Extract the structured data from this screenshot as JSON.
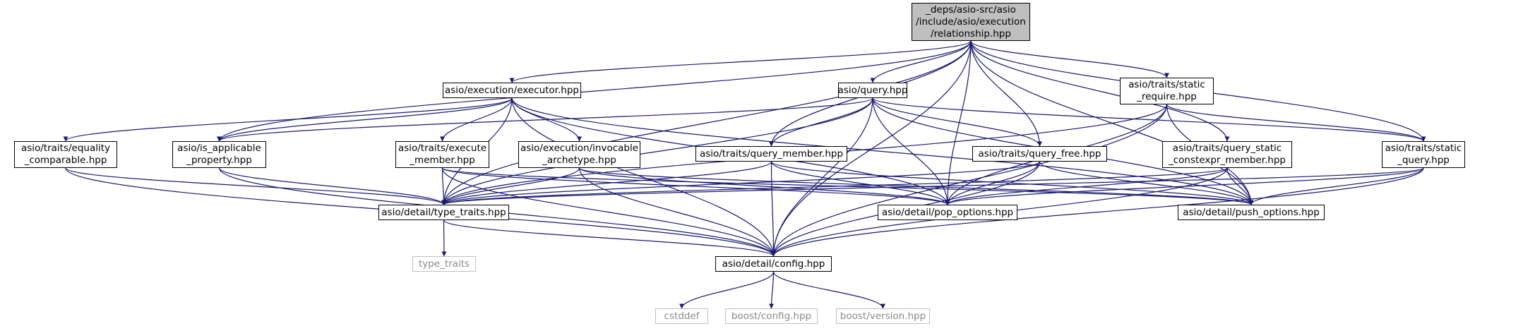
{
  "graph": {
    "edge_color": "#191970",
    "external_border_color": "#bfbfbf",
    "root_fill": "#bfbfbf",
    "nodes": [
      {
        "id": "root",
        "lines": [
          "_deps/asio-src/asio",
          "/include/asio/execution",
          "/relationship.hpp"
        ],
        "kind": "root"
      },
      {
        "id": "executor",
        "lines": [
          "asio/execution/executor.hpp"
        ],
        "kind": "file"
      },
      {
        "id": "query",
        "lines": [
          "asio/query.hpp"
        ],
        "kind": "file"
      },
      {
        "id": "static_require",
        "lines": [
          "asio/traits/static",
          "_require.hpp"
        ],
        "kind": "file"
      },
      {
        "id": "equality",
        "lines": [
          "asio/traits/equality",
          "_comparable.hpp"
        ],
        "kind": "file"
      },
      {
        "id": "is_applicable",
        "lines": [
          "asio/is_applicable",
          "_property.hpp"
        ],
        "kind": "file"
      },
      {
        "id": "execute_member",
        "lines": [
          "asio/traits/execute",
          "_member.hpp"
        ],
        "kind": "file"
      },
      {
        "id": "invocable",
        "lines": [
          "asio/execution/invocable",
          "_archetype.hpp"
        ],
        "kind": "file"
      },
      {
        "id": "query_member",
        "lines": [
          "asio/traits/query_member.hpp"
        ],
        "kind": "file"
      },
      {
        "id": "query_free",
        "lines": [
          "asio/traits/query_free.hpp"
        ],
        "kind": "file"
      },
      {
        "id": "query_static",
        "lines": [
          "asio/traits/query_static",
          "_constexpr_member.hpp"
        ],
        "kind": "file"
      },
      {
        "id": "static_query",
        "lines": [
          "asio/traits/static",
          "_query.hpp"
        ],
        "kind": "file"
      },
      {
        "id": "type_traits_hpp",
        "lines": [
          "asio/detail/type_traits.hpp"
        ],
        "kind": "file"
      },
      {
        "id": "pop_options",
        "lines": [
          "asio/detail/pop_options.hpp"
        ],
        "kind": "file"
      },
      {
        "id": "push_options",
        "lines": [
          "asio/detail/push_options.hpp"
        ],
        "kind": "file"
      },
      {
        "id": "type_traits_std",
        "lines": [
          "type_traits"
        ],
        "kind": "external"
      },
      {
        "id": "config",
        "lines": [
          "asio/detail/config.hpp"
        ],
        "kind": "file"
      },
      {
        "id": "cstddef",
        "lines": [
          "cstddef"
        ],
        "kind": "external"
      },
      {
        "id": "boost_config",
        "lines": [
          "boost/config.hpp"
        ],
        "kind": "external"
      },
      {
        "id": "boost_version",
        "lines": [
          "boost/version.hpp"
        ],
        "kind": "external"
      }
    ],
    "edges": [
      [
        "root",
        "executor"
      ],
      [
        "root",
        "query"
      ],
      [
        "root",
        "static_require"
      ],
      [
        "root",
        "is_applicable"
      ],
      [
        "root",
        "query_member"
      ],
      [
        "root",
        "query_free"
      ],
      [
        "root",
        "query_static"
      ],
      [
        "root",
        "static_query"
      ],
      [
        "root",
        "type_traits_hpp"
      ],
      [
        "root",
        "pop_options"
      ],
      [
        "root",
        "push_options"
      ],
      [
        "root",
        "config"
      ],
      [
        "executor",
        "equality"
      ],
      [
        "executor",
        "is_applicable"
      ],
      [
        "executor",
        "execute_member"
      ],
      [
        "executor",
        "invocable"
      ],
      [
        "executor",
        "type_traits_hpp"
      ],
      [
        "executor",
        "pop_options"
      ],
      [
        "executor",
        "push_options"
      ],
      [
        "executor",
        "config"
      ],
      [
        "query",
        "is_applicable"
      ],
      [
        "query",
        "query_member"
      ],
      [
        "query",
        "query_free"
      ],
      [
        "query",
        "static_query"
      ],
      [
        "query",
        "type_traits_hpp"
      ],
      [
        "query",
        "pop_options"
      ],
      [
        "query",
        "push_options"
      ],
      [
        "query",
        "config"
      ],
      [
        "static_require",
        "static_query"
      ],
      [
        "static_require",
        "type_traits_hpp"
      ],
      [
        "static_require",
        "pop_options"
      ],
      [
        "static_require",
        "push_options"
      ],
      [
        "static_require",
        "config"
      ],
      [
        "equality",
        "type_traits_hpp"
      ],
      [
        "equality",
        "config"
      ],
      [
        "is_applicable",
        "type_traits_hpp"
      ],
      [
        "is_applicable",
        "config"
      ],
      [
        "execute_member",
        "type_traits_hpp"
      ],
      [
        "execute_member",
        "config"
      ],
      [
        "execute_member",
        "pop_options"
      ],
      [
        "execute_member",
        "push_options"
      ],
      [
        "invocable",
        "type_traits_hpp"
      ],
      [
        "invocable",
        "config"
      ],
      [
        "invocable",
        "pop_options"
      ],
      [
        "invocable",
        "push_options"
      ],
      [
        "query_member",
        "type_traits_hpp"
      ],
      [
        "query_member",
        "config"
      ],
      [
        "query_member",
        "pop_options"
      ],
      [
        "query_member",
        "push_options"
      ],
      [
        "query_free",
        "type_traits_hpp"
      ],
      [
        "query_free",
        "config"
      ],
      [
        "query_free",
        "pop_options"
      ],
      [
        "query_free",
        "push_options"
      ],
      [
        "query_static",
        "type_traits_hpp"
      ],
      [
        "query_static",
        "config"
      ],
      [
        "query_static",
        "pop_options"
      ],
      [
        "query_static",
        "push_options"
      ],
      [
        "static_query",
        "type_traits_hpp"
      ],
      [
        "static_query",
        "config"
      ],
      [
        "static_query",
        "pop_options"
      ],
      [
        "static_query",
        "push_options"
      ],
      [
        "type_traits_hpp",
        "type_traits_std"
      ],
      [
        "type_traits_hpp",
        "config"
      ],
      [
        "config",
        "cstddef"
      ],
      [
        "config",
        "boost_config"
      ],
      [
        "config",
        "boost_version"
      ]
    ]
  }
}
